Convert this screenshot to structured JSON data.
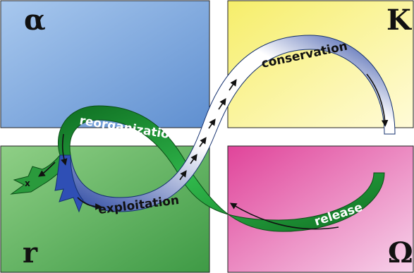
{
  "quadrants": {
    "alpha": {
      "letter": "α",
      "color_main": "#5f8fd0",
      "color_light": "#a8c8ee"
    },
    "kappa": {
      "letter": "K",
      "color_main": "#f6ee6a",
      "color_light": "#fffbd8"
    },
    "r": {
      "letter": "r",
      "color_main": "#3e9a45",
      "color_light": "#8fcf86"
    },
    "omega": {
      "letter": "Ω",
      "color_main": "#e0449a",
      "color_light": "#f7d2ea"
    }
  },
  "paths": {
    "exploitation_conservation": {
      "label_1": "exploitation",
      "label_2": "conservation",
      "color_dark": "#1e3c9c",
      "color_light": "#ffffff"
    },
    "release_reorganization": {
      "label_1": "release",
      "label_2": "reorganization",
      "color_dark": "#0f6e22",
      "color_light": "#2fb64a"
    }
  },
  "exit_marker": "x"
}
